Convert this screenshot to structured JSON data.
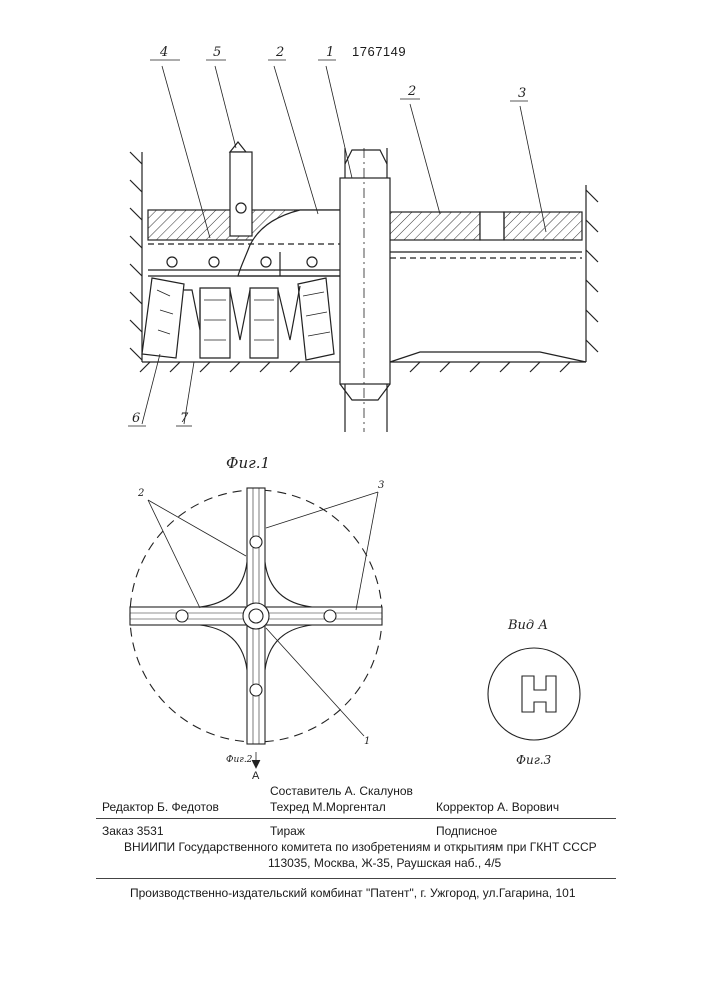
{
  "patent_number": "1767149",
  "figure1": {
    "caption": "Фиг.1",
    "labels": {
      "l1": "1",
      "l2a": "2",
      "l2b": "2",
      "l3": "3",
      "l4": "4",
      "l5": "5",
      "l6": "6",
      "l7": "7"
    }
  },
  "figure2": {
    "caption": "Фиг.2",
    "section_mark": "А",
    "labels": {
      "left": "2",
      "right": "3",
      "bottom": "1"
    }
  },
  "figure3": {
    "view_label": "Вид А",
    "caption": "Фиг.3"
  },
  "credits": {
    "compiler": "Составитель  А. Скалунов",
    "editor": "Редактор  Б. Федотов",
    "techred": "Техред М.Моргентал",
    "corrector": "Корректор   А. Ворович",
    "order": "Заказ  3531",
    "print_run": "Тираж",
    "subscription": "Подписное",
    "vniipi": "ВНИИПИ Государственного комитета по изобретениям и открытиям при ГКНТ СССР",
    "address": "113035, Москва, Ж-35, Раушская наб., 4/5",
    "publisher": "Производственно-издательский комбинат \"Патент\", г. Ужгород, ул.Гагарина, 101"
  }
}
